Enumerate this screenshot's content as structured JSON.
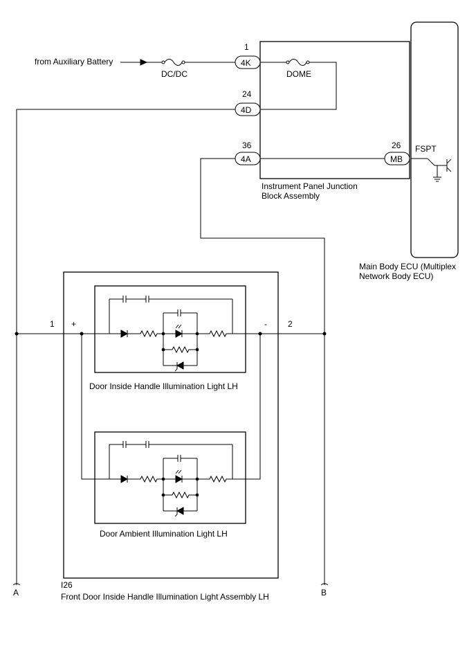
{
  "source_label": "from Auxiliary Battery",
  "fuses": {
    "dcdc": "DC/DC",
    "dome": "DOME"
  },
  "junction_block": {
    "name_line1": "Instrument Panel Junction",
    "name_line2": "Block Assembly",
    "connectors": [
      {
        "pin": "1",
        "code": "4K"
      },
      {
        "pin": "24",
        "code": "4D"
      },
      {
        "pin": "36",
        "code": "4A"
      }
    ]
  },
  "ecu": {
    "name_line1": "Main Body ECU (Multiplex",
    "name_line2": "Network Body ECU)",
    "pin": "26",
    "code": "MB",
    "terminal": "FSPT"
  },
  "assembly": {
    "code": "I26",
    "name": "Front Door Inside Handle Illumination Light Assembly LH",
    "pin_left": "1",
    "pin_right": "2",
    "plus": "+",
    "minus": "-",
    "light_upper": "Door Inside Handle Illumination Light LH",
    "light_lower": "Door Ambient Illumination Light LH"
  },
  "wire_ends": {
    "left": "A",
    "right": "B"
  }
}
